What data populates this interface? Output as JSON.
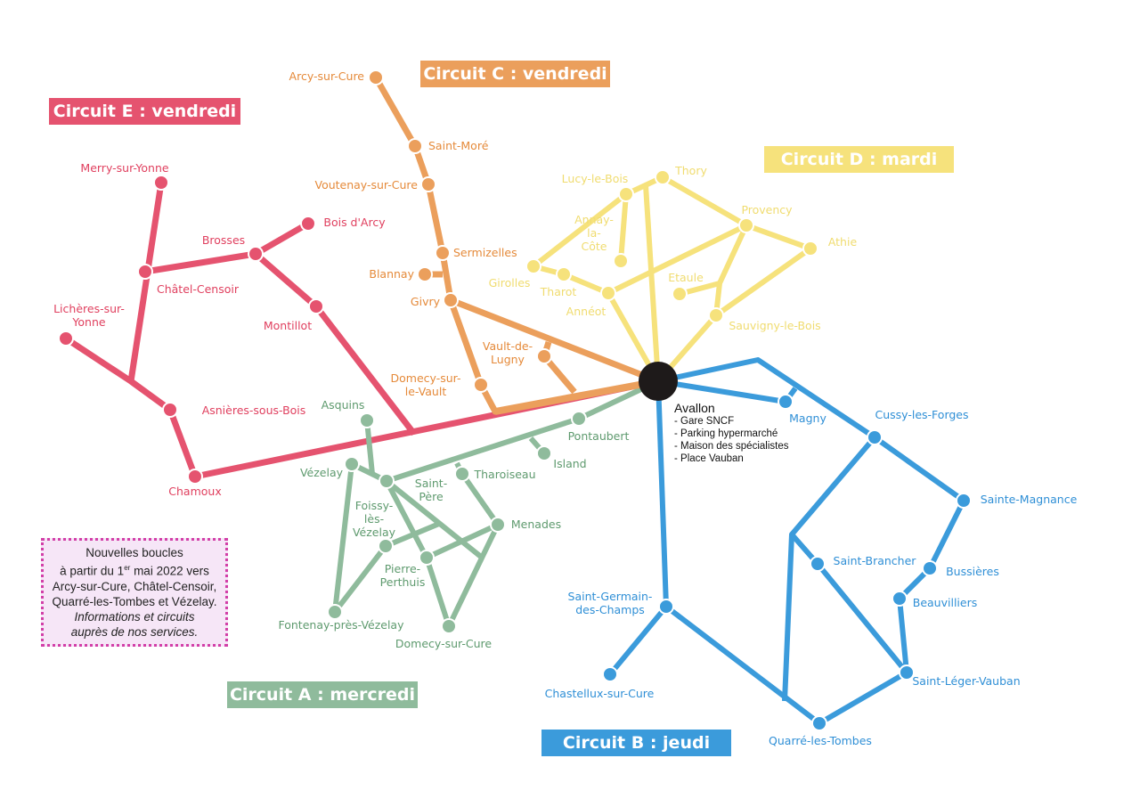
{
  "hub": {
    "name": "Avallon",
    "stops": [
      "- Gare SNCF",
      "- Parking hypermarché",
      "- Maison des spécialistes",
      "- Place Vauban"
    ]
  },
  "note": {
    "line1": "Nouvelles boucles",
    "line2_pre": "à partir du 1",
    "line2_sup": "er",
    "line2_post": " mai 2022 vers",
    "line3": "Arcy-sur-Cure, Châtel-Censoir,",
    "line4": "Quarré-les-Tombes et Vézelay.",
    "line5": "Informations et circuits",
    "line6": "auprès de nos services."
  },
  "circuits": [
    {
      "id": "E",
      "title": "Circuit E : vendredi",
      "color": "#e5536f",
      "text_color": "#e0405f",
      "stations": [
        {
          "id": "merry",
          "lines": [
            "Merry-sur-Yonne"
          ]
        },
        {
          "id": "chatel",
          "lines": [
            "Châtel-Censoir"
          ]
        },
        {
          "id": "brosses",
          "lines": [
            "Brosses"
          ]
        },
        {
          "id": "boisdarcy",
          "lines": [
            "Bois d'Arcy"
          ]
        },
        {
          "id": "montillot",
          "lines": [
            "Montillot"
          ]
        },
        {
          "id": "licheres",
          "lines": [
            "Lichères-sur-",
            "Yonne"
          ]
        },
        {
          "id": "asnieres",
          "lines": [
            "Asnières-sous-Bois"
          ]
        },
        {
          "id": "chamoux",
          "lines": [
            "Chamoux"
          ]
        }
      ]
    },
    {
      "id": "C",
      "title": "Circuit C : vendredi",
      "color": "#eb9f5c",
      "text_color": "#e58a3a",
      "stations": [
        {
          "id": "arcy",
          "lines": [
            "Arcy-sur-Cure"
          ]
        },
        {
          "id": "saintmore",
          "lines": [
            "Saint-Moré"
          ]
        },
        {
          "id": "voutenay",
          "lines": [
            "Voutenay-sur-Cure"
          ]
        },
        {
          "id": "sermizelles",
          "lines": [
            "Sermizelles"
          ]
        },
        {
          "id": "blannay",
          "lines": [
            "Blannay"
          ]
        },
        {
          "id": "givry",
          "lines": [
            "Givry"
          ]
        },
        {
          "id": "vault",
          "lines": [
            "Vault-de-",
            "Lugny"
          ]
        },
        {
          "id": "domecyvault",
          "lines": [
            "Domecy-sur-",
            "le-Vault"
          ]
        }
      ]
    },
    {
      "id": "D",
      "title": "Circuit D : mardi",
      "color": "#f6e27c",
      "text_color": "#f0dc70",
      "stations": [
        {
          "id": "lucy",
          "lines": [
            "Lucy-le-Bois"
          ]
        },
        {
          "id": "thory",
          "lines": [
            "Thory"
          ]
        },
        {
          "id": "provency",
          "lines": [
            "Provency"
          ]
        },
        {
          "id": "athie",
          "lines": [
            "Athie"
          ]
        },
        {
          "id": "annay",
          "lines": [
            "Annay-",
            "la-",
            "Côte"
          ]
        },
        {
          "id": "girolles",
          "lines": [
            "Girolles"
          ]
        },
        {
          "id": "tharot",
          "lines": [
            "Tharot"
          ]
        },
        {
          "id": "anneot",
          "lines": [
            "Annéot"
          ]
        },
        {
          "id": "etaule",
          "lines": [
            "Etaule"
          ]
        },
        {
          "id": "sauvigny",
          "lines": [
            "Sauvigny-le-Bois"
          ]
        }
      ]
    },
    {
      "id": "A",
      "title": "Circuit A : mercredi",
      "color": "#8fbb9c",
      "text_color": "#5e9a6e",
      "stations": [
        {
          "id": "asquins",
          "lines": [
            "Asquins"
          ]
        },
        {
          "id": "vezelay",
          "lines": [
            "Vézelay"
          ]
        },
        {
          "id": "saintpere",
          "lines": [
            "Saint-",
            "Père"
          ]
        },
        {
          "id": "foissy",
          "lines": [
            "Foissy-",
            "lès-",
            "Vézelay"
          ]
        },
        {
          "id": "pierre",
          "lines": [
            "Pierre-",
            "Perthuis"
          ]
        },
        {
          "id": "fontenay",
          "lines": [
            "Fontenay-près-Vézelay"
          ]
        },
        {
          "id": "domecycure",
          "lines": [
            "Domecy-sur-Cure"
          ]
        },
        {
          "id": "tharoiseau",
          "lines": [
            "Tharoiseau"
          ]
        },
        {
          "id": "menades",
          "lines": [
            "Menades"
          ]
        },
        {
          "id": "pontaubert",
          "lines": [
            "Pontaubert"
          ]
        },
        {
          "id": "island",
          "lines": [
            "Island"
          ]
        }
      ]
    },
    {
      "id": "B",
      "title": "Circuit B : jeudi",
      "color": "#3b9bdb",
      "text_color": "#2f8fd6",
      "stations": [
        {
          "id": "magny",
          "lines": [
            "Magny"
          ]
        },
        {
          "id": "cussy",
          "lines": [
            "Cussy-les-Forges"
          ]
        },
        {
          "id": "magnance",
          "lines": [
            "Sainte-Magnance"
          ]
        },
        {
          "id": "bussieres",
          "lines": [
            "Bussières"
          ]
        },
        {
          "id": "beauvilliers",
          "lines": [
            "Beauvilliers"
          ]
        },
        {
          "id": "brancher",
          "lines": [
            "Saint-Brancher"
          ]
        },
        {
          "id": "leger",
          "lines": [
            "Saint-Léger-Vauban"
          ]
        },
        {
          "id": "quarre",
          "lines": [
            "Quarré-les-Tombes"
          ]
        },
        {
          "id": "germain",
          "lines": [
            "Saint-Germain-",
            "des-Champs"
          ]
        },
        {
          "id": "chastellux",
          "lines": [
            "Chastellux-sur-Cure"
          ]
        }
      ]
    }
  ]
}
